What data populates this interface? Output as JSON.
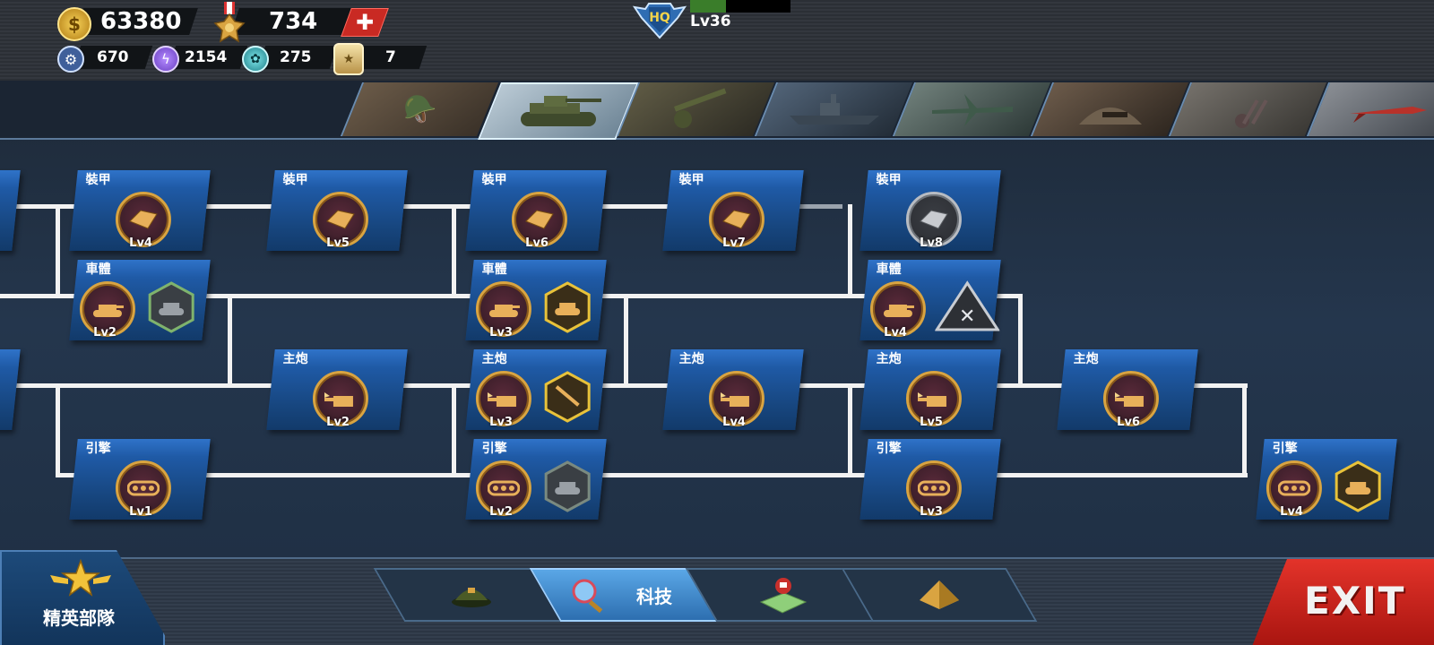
{
  "hud": {
    "gold": "63380",
    "medals": "734",
    "gears": "670",
    "energy": "2154",
    "parts": "275",
    "rank_tokens": "7",
    "hq_label": "HQ",
    "hq_level": "Lv36",
    "hq_progress": 0.36
  },
  "categories": [
    {
      "name": "infantry",
      "icon": "soldier-icon"
    },
    {
      "name": "tank",
      "icon": "tank-icon",
      "active": true
    },
    {
      "name": "artillery",
      "icon": "cannon-icon"
    },
    {
      "name": "navy",
      "icon": "ship-icon"
    },
    {
      "name": "air",
      "icon": "plane-icon"
    },
    {
      "name": "bunker",
      "icon": "bunker-icon"
    },
    {
      "name": "anti-air",
      "icon": "aa-gun-icon"
    },
    {
      "name": "missile",
      "icon": "missile-icon"
    }
  ],
  "tree": {
    "armor": [
      {
        "title": "裝甲",
        "level": "Lv4"
      },
      {
        "title": "裝甲",
        "level": "Lv5"
      },
      {
        "title": "裝甲",
        "level": "Lv6"
      },
      {
        "title": "裝甲",
        "level": "Lv7"
      },
      {
        "title": "裝甲",
        "level": "Lv8",
        "locked": true
      }
    ],
    "hull": [
      {
        "title": "車體",
        "level": "Lv2"
      },
      {
        "title": "車體",
        "level": "Lv3"
      },
      {
        "title": "車體",
        "level": "Lv4"
      }
    ],
    "cannon": [
      {
        "title": "主炮",
        "level": "Lv2"
      },
      {
        "title": "主炮",
        "level": "Lv3"
      },
      {
        "title": "主炮",
        "level": "Lv4"
      },
      {
        "title": "主炮",
        "level": "Lv5"
      },
      {
        "title": "主炮",
        "level": "Lv6"
      }
    ],
    "engine": [
      {
        "title": "引擎",
        "level": "Lv1"
      },
      {
        "title": "引擎",
        "level": "Lv2"
      },
      {
        "title": "引擎",
        "level": "Lv3"
      },
      {
        "title": "引擎",
        "level": "Lv4"
      }
    ]
  },
  "bottom": {
    "elite_label": "精英部隊",
    "tech_label": "科技",
    "exit_label": "EXIT"
  },
  "colors": {
    "accent_gold": "#d9a441",
    "card_blue": "#1f5aa6",
    "exit_red": "#c92a23"
  }
}
